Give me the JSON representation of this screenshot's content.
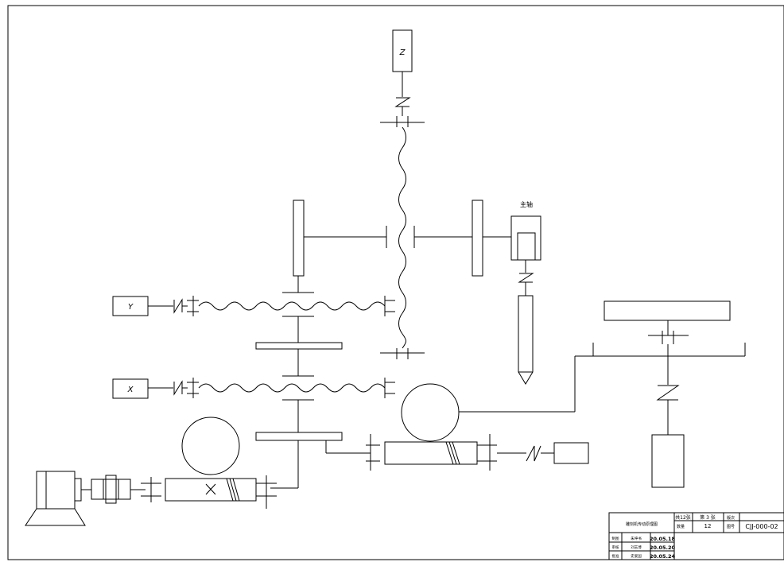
{
  "drawing": {
    "labels": {
      "z_motor": "Z",
      "y_motor": "Y",
      "x_motor": "X",
      "spindle": "主轴"
    }
  },
  "title_block": {
    "drawing_name": "雕刻机传动原理图",
    "sheet_total": "共12张",
    "sheet_current": "第 3 张",
    "sheet_count_value": "12",
    "quantity_label": "数量",
    "version_label": "版次",
    "drawing_no_label": "图号",
    "drawing_number": "CJJ-000-02",
    "rows": [
      {
        "role": "制图",
        "name": "朱坤书",
        "date": "20.05.18"
      },
      {
        "role": "审核",
        "name": "刘志博",
        "date": "20.05.20"
      },
      {
        "role": "批准",
        "name": "史爱国",
        "date": "20.05.24"
      }
    ]
  }
}
